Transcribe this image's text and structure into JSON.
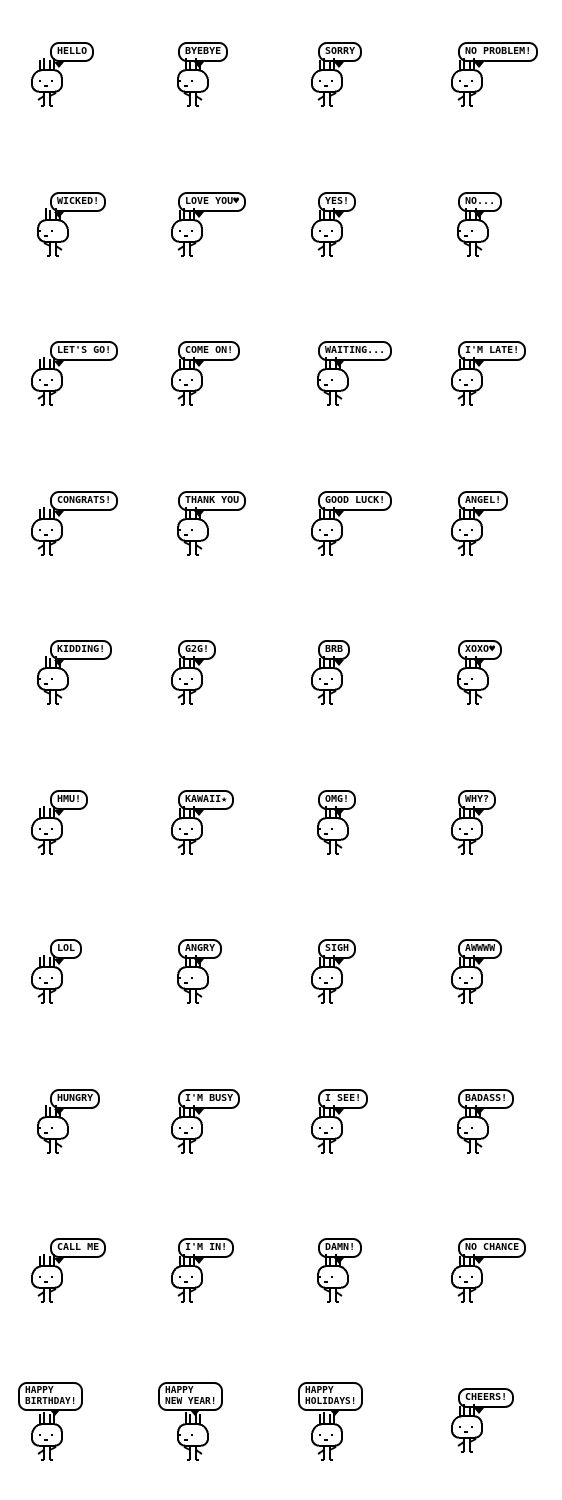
{
  "stickers": [
    {
      "text": "HELLO"
    },
    {
      "text": "BYEBYE"
    },
    {
      "text": "SORRY"
    },
    {
      "text": "NO PROBLEM!"
    },
    {
      "text": "WICKED!"
    },
    {
      "text": "LOVE YOU♥"
    },
    {
      "text": "YES!"
    },
    {
      "text": "NO..."
    },
    {
      "text": "LET'S GO!"
    },
    {
      "text": "COME ON!"
    },
    {
      "text": "WAITING..."
    },
    {
      "text": "I'M LATE!"
    },
    {
      "text": "CONGRATS!"
    },
    {
      "text": "THANK YOU"
    },
    {
      "text": "GOOD LUCK!"
    },
    {
      "text": "ANGEL!"
    },
    {
      "text": "KIDDING!"
    },
    {
      "text": "G2G!"
    },
    {
      "text": "BRB"
    },
    {
      "text": "XOXO♥"
    },
    {
      "text": "HMU!"
    },
    {
      "text": "KAWAII★"
    },
    {
      "text": "OMG!"
    },
    {
      "text": "WHY?"
    },
    {
      "text": "LOL"
    },
    {
      "text": "ANGRY"
    },
    {
      "text": "SIGH"
    },
    {
      "text": "AWWWW"
    },
    {
      "text": "HUNGRY"
    },
    {
      "text": "I'M BUSY"
    },
    {
      "text": "I SEE!"
    },
    {
      "text": "BADASS!"
    },
    {
      "text": "CALL ME"
    },
    {
      "text": "I'M IN!"
    },
    {
      "text": "DAMN!"
    },
    {
      "text": "NO CHANCE"
    },
    {
      "text": "HAPPY\nBIRTHDAY!"
    },
    {
      "text": "HAPPY\nNEW YEAR!"
    },
    {
      "text": "HAPPY\nHOLIDAYS!"
    },
    {
      "text": "CHEERS!"
    }
  ]
}
